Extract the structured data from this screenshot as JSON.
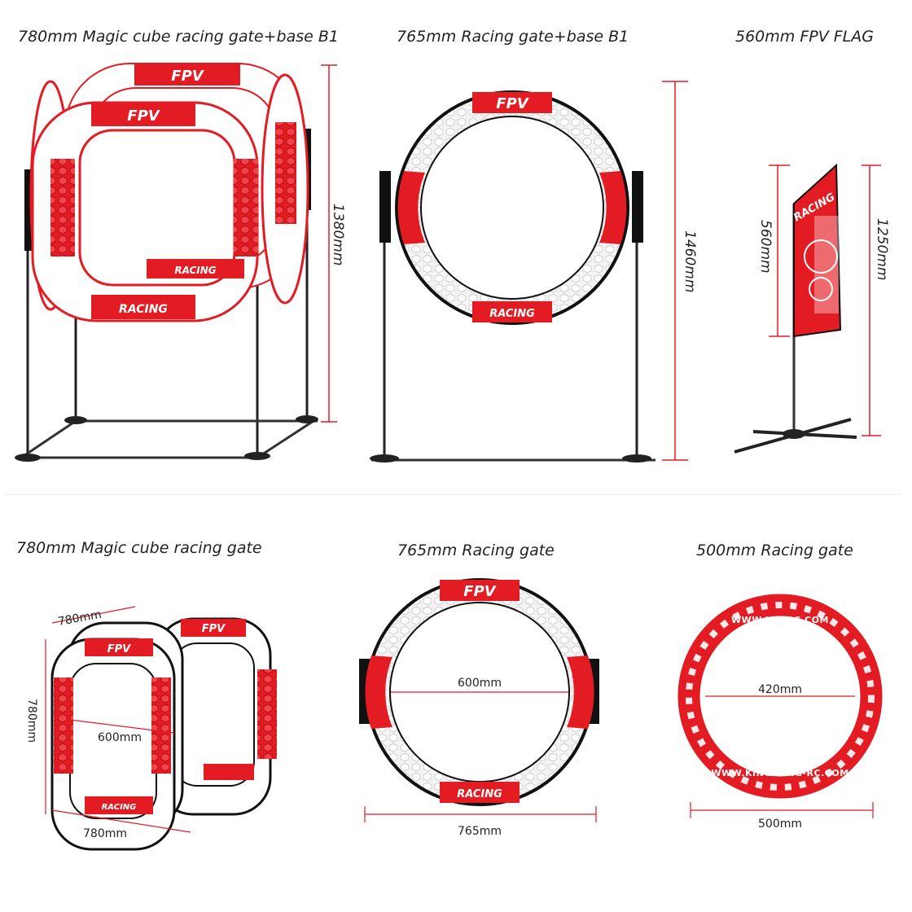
{
  "titles": {
    "cube_base": "780mm Magic cube racing gate+base B1",
    "round_base": "765mm Racing gate+base B1",
    "flag": "560mm FPV FLAG",
    "cube": "780mm Magic cube racing gate",
    "round": "765mm Racing gate",
    "small_round": "500mm Racing gate"
  },
  "dimensions": {
    "cube_base_height": "1380mm",
    "round_base_height": "1460mm",
    "flag_height": "560mm",
    "flag_total": "1250mm",
    "cube_depth": "780mm",
    "cube_height": "780mm",
    "cube_inner": "600mm",
    "cube_width": "780mm",
    "round_inner": "600mm",
    "round_outer": "765mm",
    "small_inner": "420mm",
    "small_outer": "500mm"
  },
  "prints": {
    "fpv": "FPV",
    "racing": "RACING",
    "url_top": "WWW.LDARC.COM",
    "url_bottom": "WWW.KINGKONG-RC.COM"
  },
  "colors": {
    "accent": "#e31b23",
    "frame": "#111111",
    "mesh": "#d9d9d9"
  },
  "icons": [
    "racing-cube-gate-icon",
    "round-racing-gate-icon",
    "fpv-flag-icon",
    "stand-base-icon"
  ]
}
